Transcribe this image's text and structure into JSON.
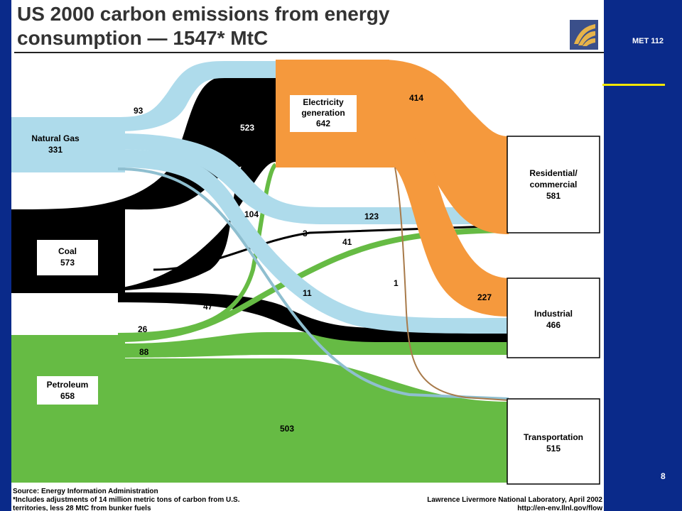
{
  "slide": {
    "course": "MET 112",
    "page_number": "8",
    "colors": {
      "background": "#0a2a8a",
      "rule": "#f2e600"
    }
  },
  "figure": {
    "title_line1": "US 2000 carbon emissions from energy",
    "title_line2": "consumption — 1547* MtC",
    "logo_icon": "llnl-logo-icon",
    "colors": {
      "natural_gas": "#aedbeb",
      "coal": "#000000",
      "petroleum": "#66bb44",
      "electricity": "#f5993d",
      "thin_line": "#a87a4a"
    },
    "sources": [
      {
        "name": "Natural Gas",
        "value": "331"
      },
      {
        "name": "Coal",
        "value": "573"
      },
      {
        "name": "Petroleum",
        "value": "658"
      }
    ],
    "electricity": {
      "line1": "Electricity",
      "line2": "generation",
      "value": "642"
    },
    "sectors": [
      {
        "line1": "Residential/",
        "line2": "commercial",
        "value": "581"
      },
      {
        "line1": "Industrial",
        "line2": "",
        "value": "466"
      },
      {
        "line1": "Transportation",
        "line2": "",
        "value": "515"
      }
    ],
    "flow_labels": {
      "gas_to_elec": "93",
      "coal_to_elec": "523",
      "gas_to_ind": "104",
      "gas_to_res": "123",
      "coal_to_res": "3",
      "pet_to_res": "41",
      "elec_to_res": "414",
      "elec_to_ind": "227",
      "elec_to_trans": "1",
      "gas_to_trans": "11",
      "coal_to_ind": "47",
      "pet_to_elec": "26",
      "pet_to_ind": "88",
      "pet_to_trans": "503"
    },
    "footnote_left": [
      "Source:  Energy Information Administration",
      "*Includes adjustments of 14 million metric tons of carbon from U.S.",
      "territories, less 28 MtC from bunker fuels"
    ],
    "footnote_right": [
      "Lawrence Livermore National Laboratory, April 2002",
      "http://en-env.llnl.gov/flow"
    ]
  }
}
